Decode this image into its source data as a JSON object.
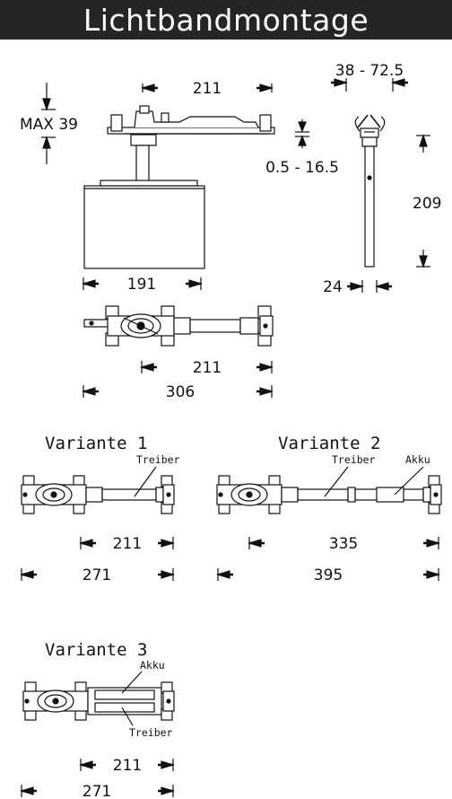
{
  "title": "Lichtbandmontage",
  "top": {
    "width_top": "211",
    "clip_range": "38 - 72.5",
    "max_height": "MAX 39",
    "rail_thickness": "0.5 - 16.5",
    "pendant_height": "209",
    "housing_width": "191",
    "side_width": "24"
  },
  "plan": {
    "inner": "211",
    "outer": "306"
  },
  "variants": [
    {
      "title": "Variante 1",
      "driver": "Treiber",
      "inner": "211",
      "outer": "271"
    },
    {
      "title": "Variante 2",
      "driver": "Treiber",
      "battery": "Akku",
      "inner": "335",
      "outer": "395"
    },
    {
      "title": "Variante 3",
      "driver": "Treiber",
      "battery": "Akku",
      "inner": "211",
      "outer": "271"
    }
  ]
}
